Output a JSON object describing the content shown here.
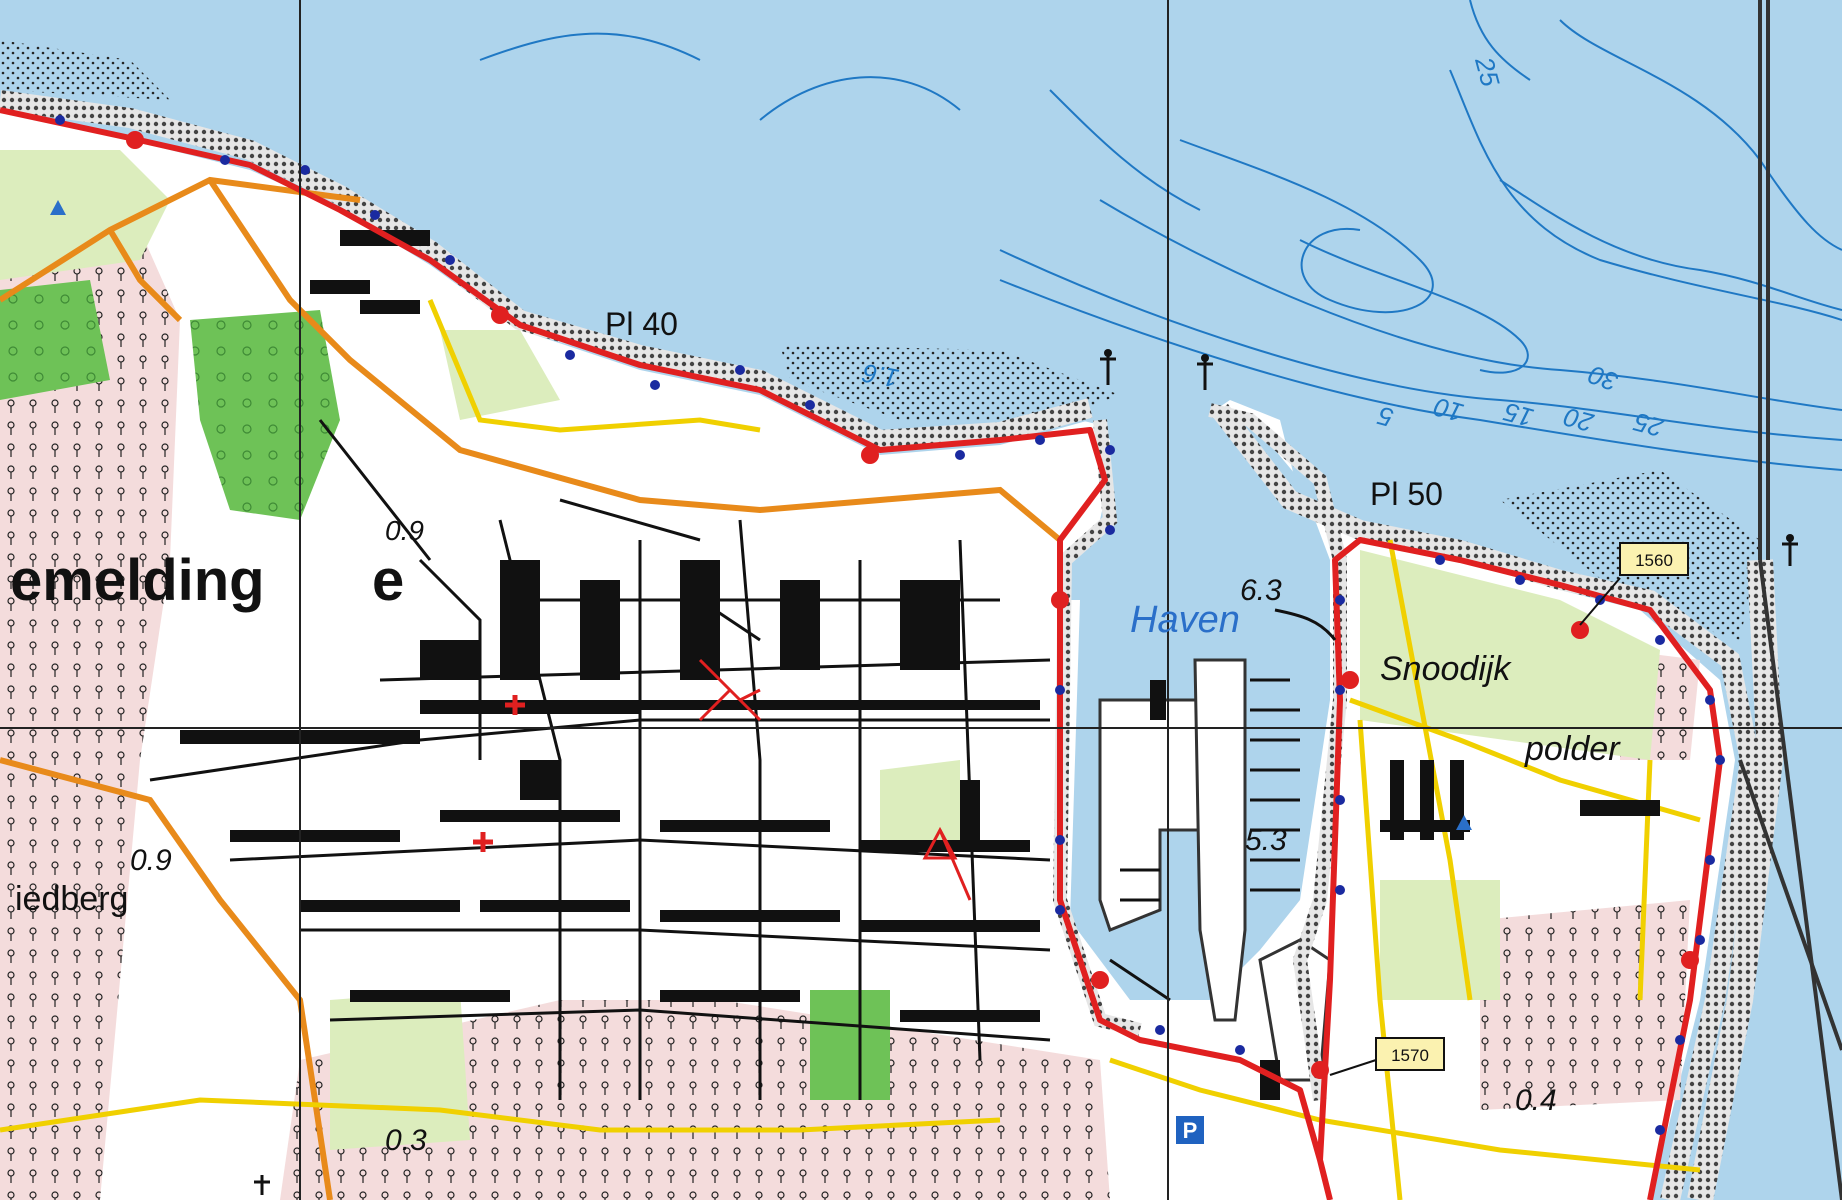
{
  "colors": {
    "water": "#aed4ec",
    "shallow": "#cfe6f4",
    "land": "#ffffff",
    "orchard": "#f4dcdc",
    "meadow": "#dcedbd",
    "forest": "#6ec257",
    "dike": "#5a5a5a",
    "route": "#e02020",
    "route_dot": "#1a2aa0",
    "road_major": "#e88a1a",
    "road_minor": "#f0d000",
    "contour": "#1f78c4",
    "building": "#111111",
    "grid": "#222222"
  },
  "labels": {
    "town_name": "emelding",
    "town_name_tail": "e",
    "pier_40": "Pl 40",
    "pier_50": "Pl 50",
    "haven": "Haven",
    "snoodijk": "Snoodijk",
    "polder": "polder",
    "liedberg": "iedberg",
    "depth_6_3": "6.3",
    "depth_5_3": "5.3",
    "height_0_9_a": "0.9",
    "height_0_9_b": "0.9",
    "height_0_4": "0.4",
    "height_0_3": "0.3",
    "km_1560": "1560",
    "km_1570": "1570",
    "parking": "P",
    "contour_25_top": "25",
    "contour_30": "30",
    "contour_25": "25",
    "contour_20": "20",
    "contour_15": "15",
    "contour_10": "10",
    "contour_5": "5",
    "contour_1_6": "1.6"
  },
  "icons": {
    "church": "church-cross-icon",
    "beacon": "beacon-light-icon",
    "parking": "parking-icon",
    "campsite": "campsite-tent-icon"
  }
}
